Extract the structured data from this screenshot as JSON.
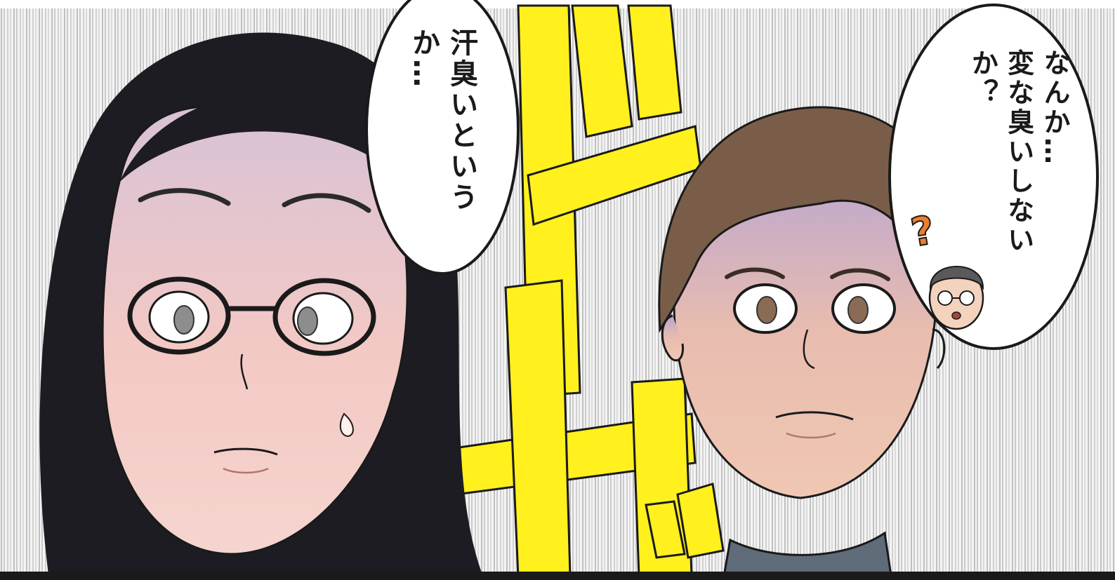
{
  "panel": {
    "speech_left": "汗臭いというか…",
    "speech_right_line1": "なんか…",
    "speech_right_line2": "変な臭いしないか？",
    "sound_effect": "ドキッ",
    "question_mark": "?"
  },
  "colors": {
    "sfx_yellow": "#fff01e",
    "hair_black": "#1c1c22",
    "hair_brown": "#7a5d49",
    "skin_woman": "#f3c9c4",
    "skin_man": "#f0c2a8",
    "question_orange": "#ee7d2a"
  }
}
